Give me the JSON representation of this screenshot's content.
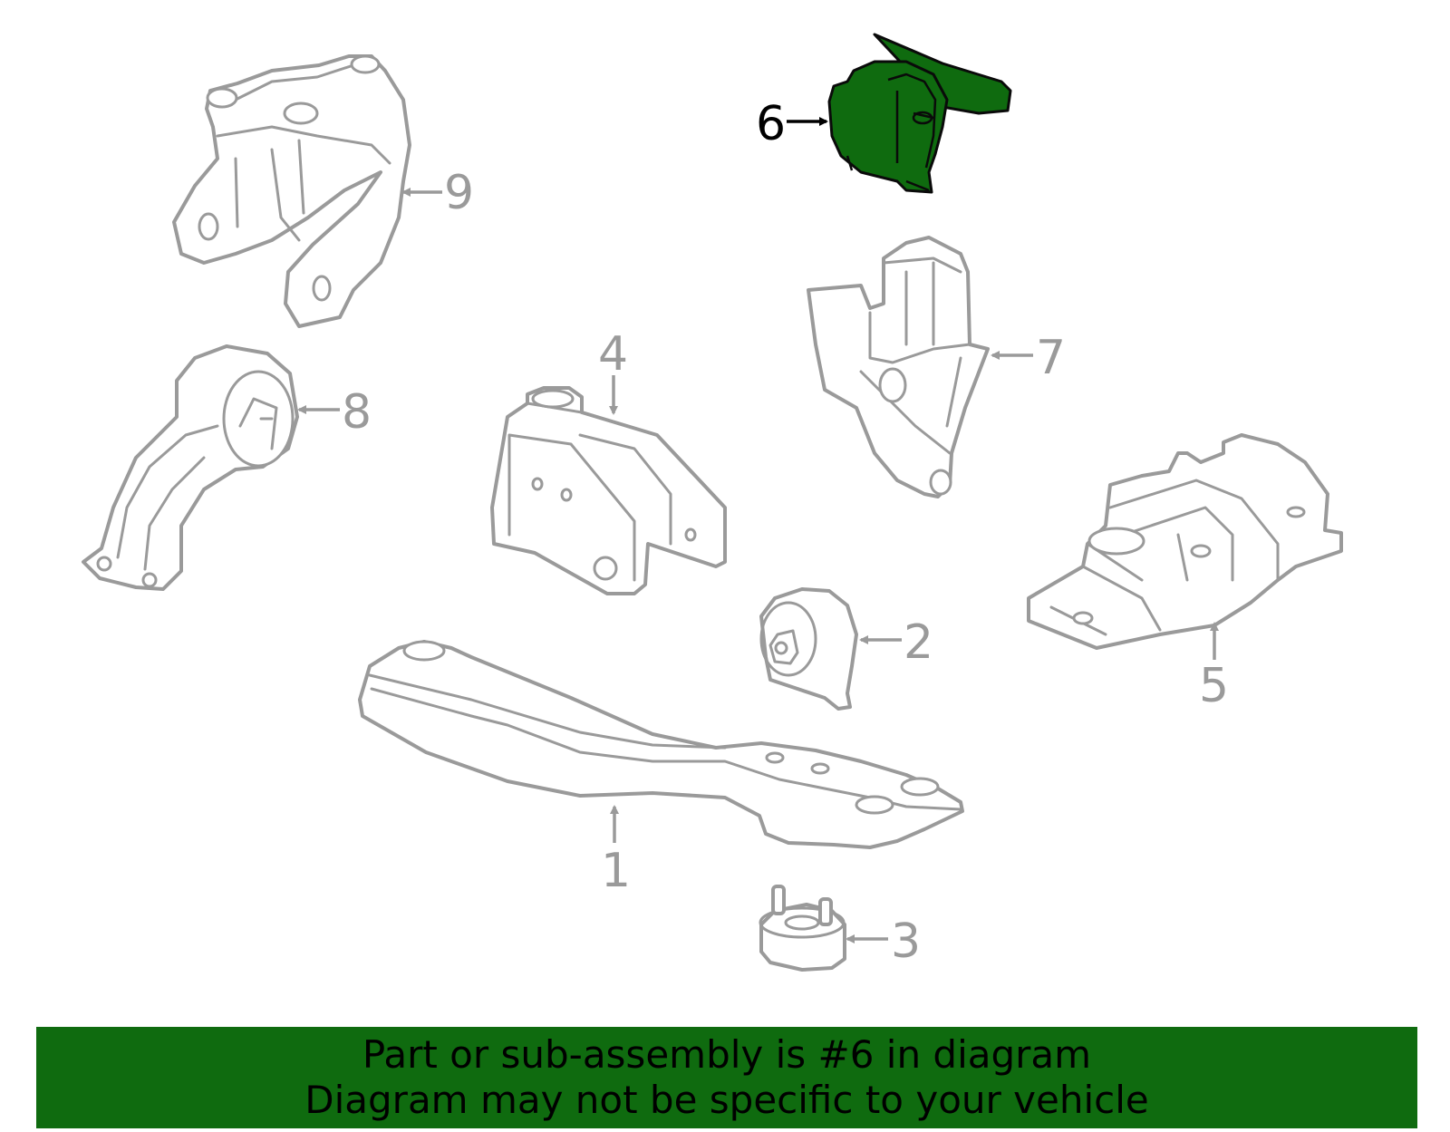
{
  "diagram": {
    "callouts": {
      "c1": "1",
      "c2": "2",
      "c3": "3",
      "c4": "4",
      "c5": "5",
      "c6": "6",
      "c7": "7",
      "c8": "8",
      "c9": "9"
    },
    "highlighted_part": "6",
    "colors": {
      "highlight": "#0f6b0f",
      "outline": "#9a9a9a",
      "banner": "#0f6b0f"
    }
  },
  "banner": {
    "line1": "Part or sub-assembly is #6 in diagram",
    "line2": "Diagram may not be specific to your vehicle"
  }
}
